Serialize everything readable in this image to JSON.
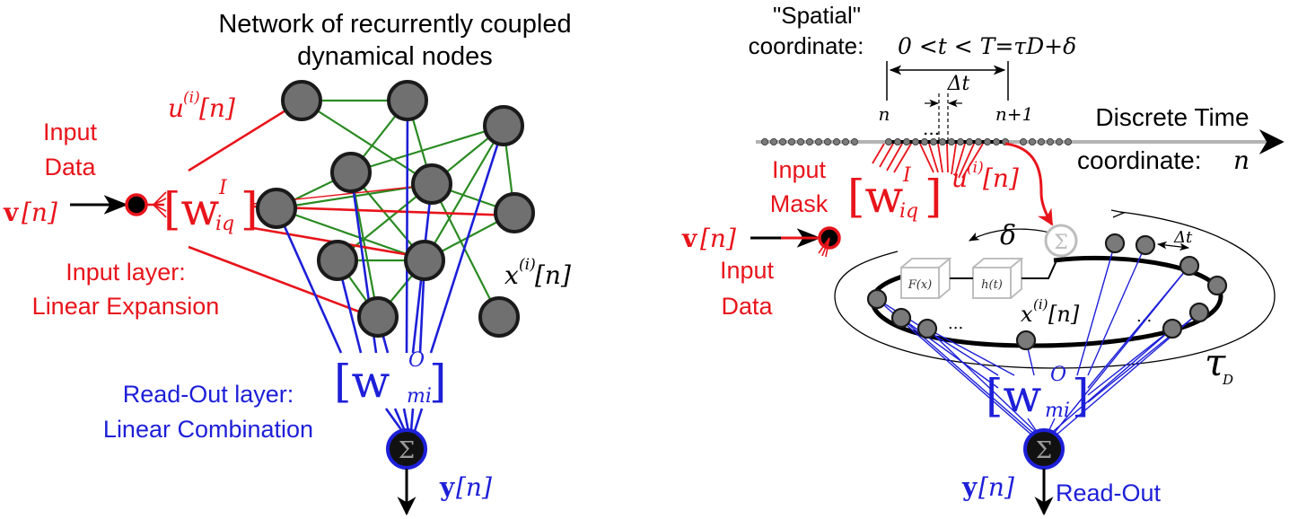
{
  "colors": {
    "input": "#e8141b",
    "readout": "#1d1fd8",
    "coupling": "#2a8a22",
    "node_fill": "#707070",
    "node_stroke": "#1a1a1a",
    "time_axis": "#b3b3b3"
  },
  "left_panel": {
    "network_title_line1": "Network of recurrently coupled",
    "network_title_line2": "dynamical nodes",
    "input_data_line1": "Input",
    "input_data_line2": "Data",
    "input_vector": "v[n]",
    "input_weight": "[w^I_iq]",
    "input_weight_base": "[w",
    "input_weight_sup": "I",
    "input_weight_sub": "iq",
    "input_weight_close": "]",
    "u_label": "u(i)[n]",
    "input_layer_line1": "Input layer:",
    "input_layer_line2": "Linear Expansion",
    "state_label": "x(i)[n]",
    "readout_weight": "[w^O_mi]",
    "readout_weight_base": "[w",
    "readout_weight_sup": "O",
    "readout_weight_sub": "mi",
    "readout_weight_close": "]",
    "readout_layer_line1": "Read-Out layer:",
    "readout_layer_line2": "Linear Combination",
    "sum_symbol": "Σ",
    "output_vector": "y[n]"
  },
  "right_panel": {
    "spatial_line1": "\"Spatial\"",
    "spatial_line2": "coordinate:",
    "time_range": "0 <t < T=τD+δ",
    "delta_t": "Δt",
    "n_label": "n",
    "n_plus_1_label": "n+1",
    "ellipsis": "...",
    "discrete_time_line1": "Discrete Time",
    "discrete_time_line2": "coordinate: n",
    "input_mask_line1": "Input",
    "input_mask_line2": "Mask",
    "input_weight": "[w^I_iq]",
    "input_weight_base": "[w",
    "input_weight_sup": "I",
    "input_weight_sub": "iq",
    "input_weight_close": "]",
    "u_label": "u(i)[n]",
    "input_vector": "v[n]",
    "input_data_line1": "Input",
    "input_data_line2": "Data",
    "delta": "δ",
    "sum_symbol": "Σ",
    "delta_t_ring": "Δt",
    "nonlinearity": "F(x)",
    "filter": "h(t)",
    "state_label": "x(i)[n]",
    "tau_d": "τD",
    "readout_weight": "[w^O_mi]",
    "readout_weight_base": "[w",
    "readout_weight_sup": "O",
    "readout_weight_sub": "mi",
    "readout_weight_close": "]",
    "output_vector": "y[n]",
    "readout_label": "Read-Out"
  }
}
